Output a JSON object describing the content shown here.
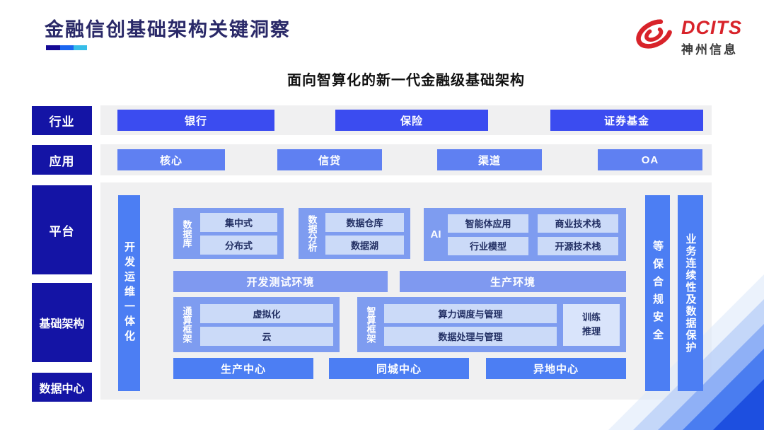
{
  "header": {
    "title": "金融信创基础架构关键洞察",
    "subtitle": "面向智算化的新一代金融级基础架构"
  },
  "logo": {
    "brand": "DCITS",
    "company": "神州信息"
  },
  "colors": {
    "title_navy": "#2a2968",
    "layer_navy": "#1414a5",
    "industry_blue": "#3b4cf0",
    "application_blue": "#5f80f2",
    "panel_blue": "#7e9cf0",
    "item_light_blue": "#cbdaf8",
    "pillar_azure": "#4c7ef3",
    "env_bar_blue": "#7f99f0",
    "strip_gray": "#f0f0f1",
    "brand_red": "#d8232a"
  },
  "layers": {
    "items": [
      "行业",
      "应用",
      "平台",
      "基础架构",
      "数据中心"
    ]
  },
  "industry": {
    "items": [
      "银行",
      "保险",
      "证券基金"
    ]
  },
  "applications": {
    "items": [
      "核心",
      "信贷",
      "渠道",
      "OA"
    ]
  },
  "platform": {
    "devops": "开发运维一体化",
    "database": {
      "label": "数据库",
      "items": [
        "集中式",
        "分布式"
      ]
    },
    "analytics": {
      "label": "数据分析",
      "items": [
        "数据仓库",
        "数据湖"
      ]
    },
    "ai": {
      "label": "AI",
      "items": [
        "智能体应用",
        "商业技术栈",
        "行业模型",
        "开源技术栈"
      ]
    },
    "environments": {
      "items": [
        "开发测试环境",
        "生产环境"
      ]
    },
    "general_compute": {
      "label": "通算框架",
      "items": [
        "虚拟化",
        "云"
      ]
    },
    "intelligent_compute": {
      "label": "智算框架",
      "items": [
        "算力调度与管理",
        "数据处理与管理"
      ],
      "training": "训练推理"
    },
    "centers": {
      "items": [
        "生产中心",
        "同城中心",
        "异地中心"
      ]
    },
    "security": "等保合规安全",
    "continuity": "业务连续性及数据保护"
  }
}
